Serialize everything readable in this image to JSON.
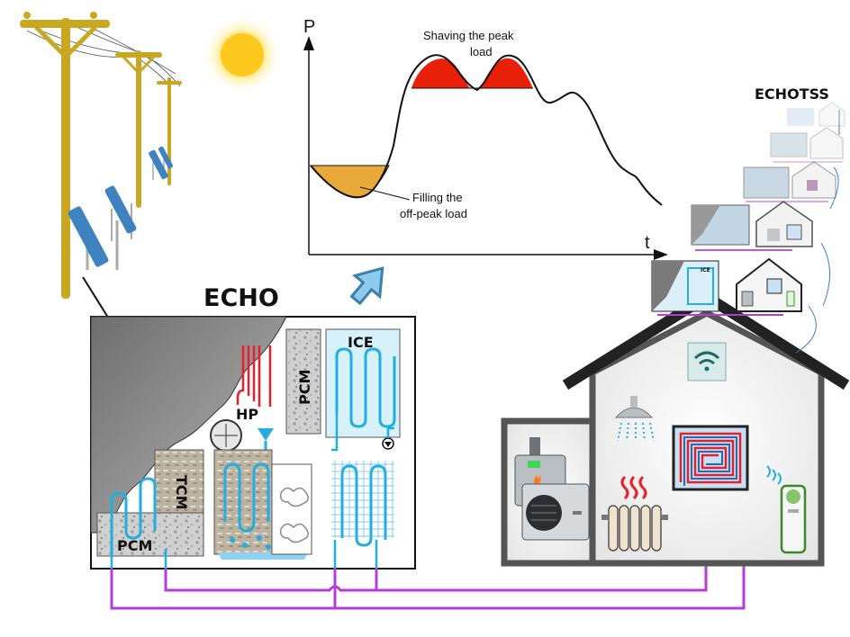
{
  "chart": {
    "y_axis_label": "P",
    "x_axis_label": "t",
    "peak_annotation": "Shaving the peak load",
    "peak_annotation_line1": "Shaving the peak",
    "peak_annotation_line2": "load",
    "valley_annotation_line1": "Filling the",
    "valley_annotation_line2": "off-peak load",
    "peak_fill_color": "#e8200a",
    "valley_fill_color": "#e8a938"
  },
  "echo_system": {
    "title": "ECHO",
    "ice_label": "ICE",
    "pcm_label": "PCM",
    "hp_label": "HP",
    "tcm_label": "TCM",
    "pcm_bottom_label": "PCM",
    "hot_pipe_color": "#e8202a",
    "cold_pipe_color": "#23aee0",
    "connection_color": "#b53cd6"
  },
  "echotss": {
    "title": "ECHOTSS"
  },
  "house": {
    "devices": [
      "wifi-router",
      "shower",
      "floor-heating",
      "radiator",
      "boiler",
      "heat-pump-outdoor-unit",
      "air-conditioner"
    ]
  },
  "decor": {
    "sun_color": "#ffc81e",
    "pole_color": "#c8a823",
    "solar_panel_color": "#3f82c0"
  }
}
